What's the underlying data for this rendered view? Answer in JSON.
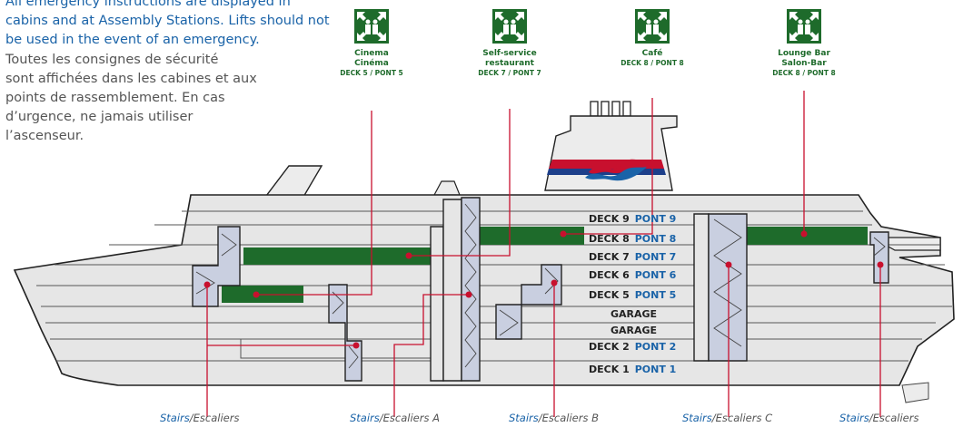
{
  "intro": {
    "english": "All emergency instructions are displayed in cabins and at Assembly Stations. Lifts should not be used in the event of an emergency.",
    "french_lines": [
      "Toutes les consignes de sécurité",
      "sont affichées dans les cabines et aux",
      "points de rassemblement. En cas",
      "d’urgence, ne jamais utiliser",
      "l’ascenseur."
    ]
  },
  "assembly_points": [
    {
      "name_line1": "Cinema",
      "name_line2": "Cinéma",
      "deck": "DECK 5 / PONT 5"
    },
    {
      "name_line1": "Self-service",
      "name_line2": "restaurant",
      "deck": "DECK 7 / PONT 7"
    },
    {
      "name_line1": "Café",
      "name_line2": "",
      "deck": "DECK 8 / PONT 8"
    },
    {
      "name_line1": "Lounge Bar",
      "name_line2": "Salon-Bar",
      "deck": "DECK 8 / PONT 8"
    }
  ],
  "decks": [
    {
      "en": "DECK 9",
      "fr": "PONT 9"
    },
    {
      "en": "DECK 8",
      "fr": "PONT 8"
    },
    {
      "en": "DECK 7",
      "fr": "PONT 7"
    },
    {
      "en": "DECK 6",
      "fr": "PONT 6"
    },
    {
      "en": "DECK 5",
      "fr": "PONT 5"
    },
    {
      "en": "GARAGE",
      "fr": ""
    },
    {
      "en": "GARAGE",
      "fr": ""
    },
    {
      "en": "DECK 2",
      "fr": "PONT 2"
    },
    {
      "en": "DECK 1",
      "fr": "PONT 1"
    }
  ],
  "stairs": [
    {
      "en": "Stairs",
      "fr": "/Escaliers",
      "letter": ""
    },
    {
      "en": "Stairs",
      "fr": "/Escaliers",
      "letter": "A"
    },
    {
      "en": "Stairs",
      "fr": "/Escaliers",
      "letter": "B"
    },
    {
      "en": "Stairs",
      "fr": "/Escaliers",
      "letter": "C"
    },
    {
      "en": "Stairs",
      "fr": "/Escaliers",
      "letter": ""
    }
  ],
  "colors": {
    "green": "#1e6b2b",
    "blue": "#1a63a8",
    "red": "#c8102e",
    "hull": "#e6e6e6",
    "stair": "#c9cfe0"
  }
}
